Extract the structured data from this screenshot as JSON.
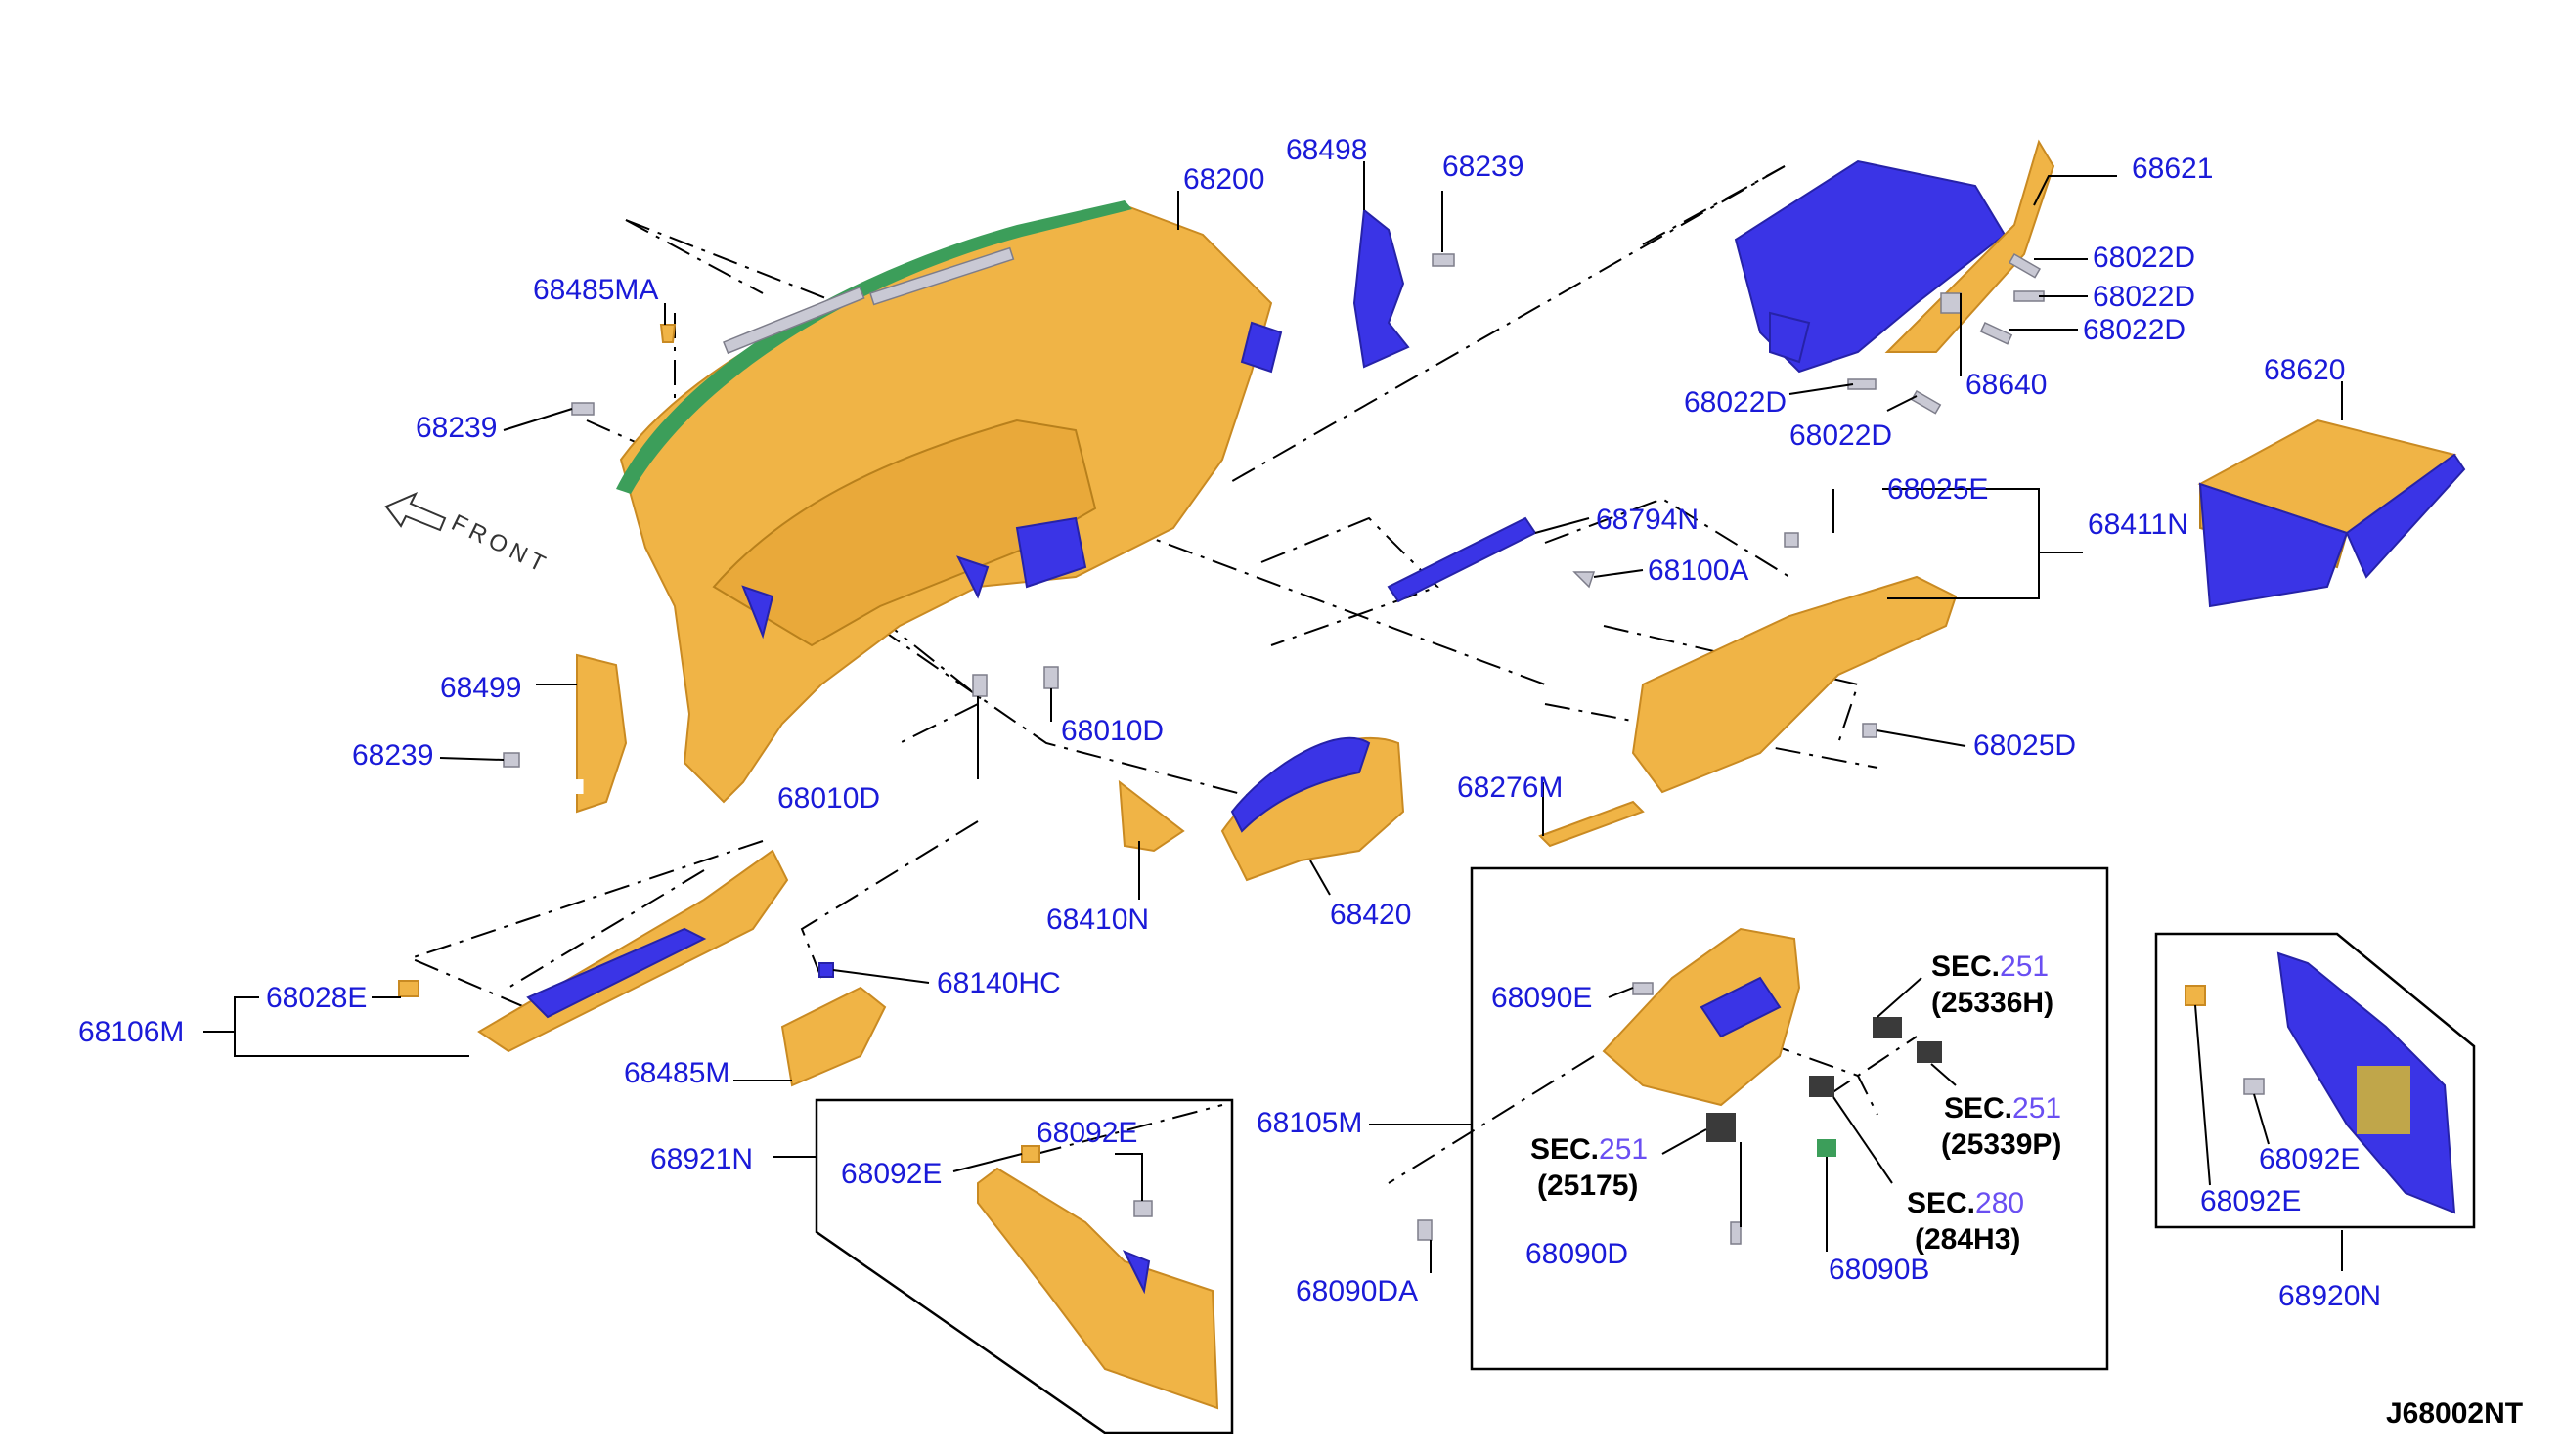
{
  "diagram_code": "J68002NT",
  "direction_label": "FRONT",
  "watermark": "...",
  "parts": {
    "p68200": "68200",
    "p68498": "68498",
    "p68239_top": "68239",
    "p68485MA": "68485MA",
    "p68239_left": "68239",
    "p68621": "68621",
    "p68022D_1": "68022D",
    "p68022D_2": "68022D",
    "p68022D_3": "68022D",
    "p68022D_4": "68022D",
    "p68022D_5": "68022D",
    "p68640": "68640",
    "p68620": "68620",
    "p68025E": "68025E",
    "p68411N": "68411N",
    "p68794N": "68794N",
    "p68100A": "68100A",
    "p68499": "68499",
    "p68239_mid": "68239",
    "p68010D_a": "68010D",
    "p68010D_b": "68010D",
    "p68025D": "68025D",
    "p68276M": "68276M",
    "p68410N": "68410N",
    "p68420": "68420",
    "p68106M": "68106M",
    "p68028E": "68028E",
    "p68140HC": "68140HC",
    "p68485M": "68485M",
    "p68921N": "68921N",
    "p68092E_a": "68092E",
    "p68092E_b": "68092E",
    "p68105M": "68105M",
    "p68090E": "68090E",
    "p68090D": "68090D",
    "p68090DA": "68090DA",
    "p68090B": "68090B",
    "p68092E_c": "68092E",
    "p68092E_d": "68092E",
    "p68920N": "68920N"
  },
  "sections": {
    "s1": {
      "prefix": "SEC.",
      "num": "251",
      "part": "(25336H)"
    },
    "s2": {
      "prefix": "SEC.",
      "num": "251",
      "part": "(25339P)"
    },
    "s3": {
      "prefix": "SEC.",
      "num": "251",
      "part": "(25175)"
    },
    "s4": {
      "prefix": "SEC.",
      "num": "280",
      "part": "(284H3)"
    }
  },
  "colors": {
    "label": "#1a1ad8",
    "part_orange": "#f0b446",
    "part_blue": "#3a34e6",
    "section_number": "#6a4ff2"
  }
}
